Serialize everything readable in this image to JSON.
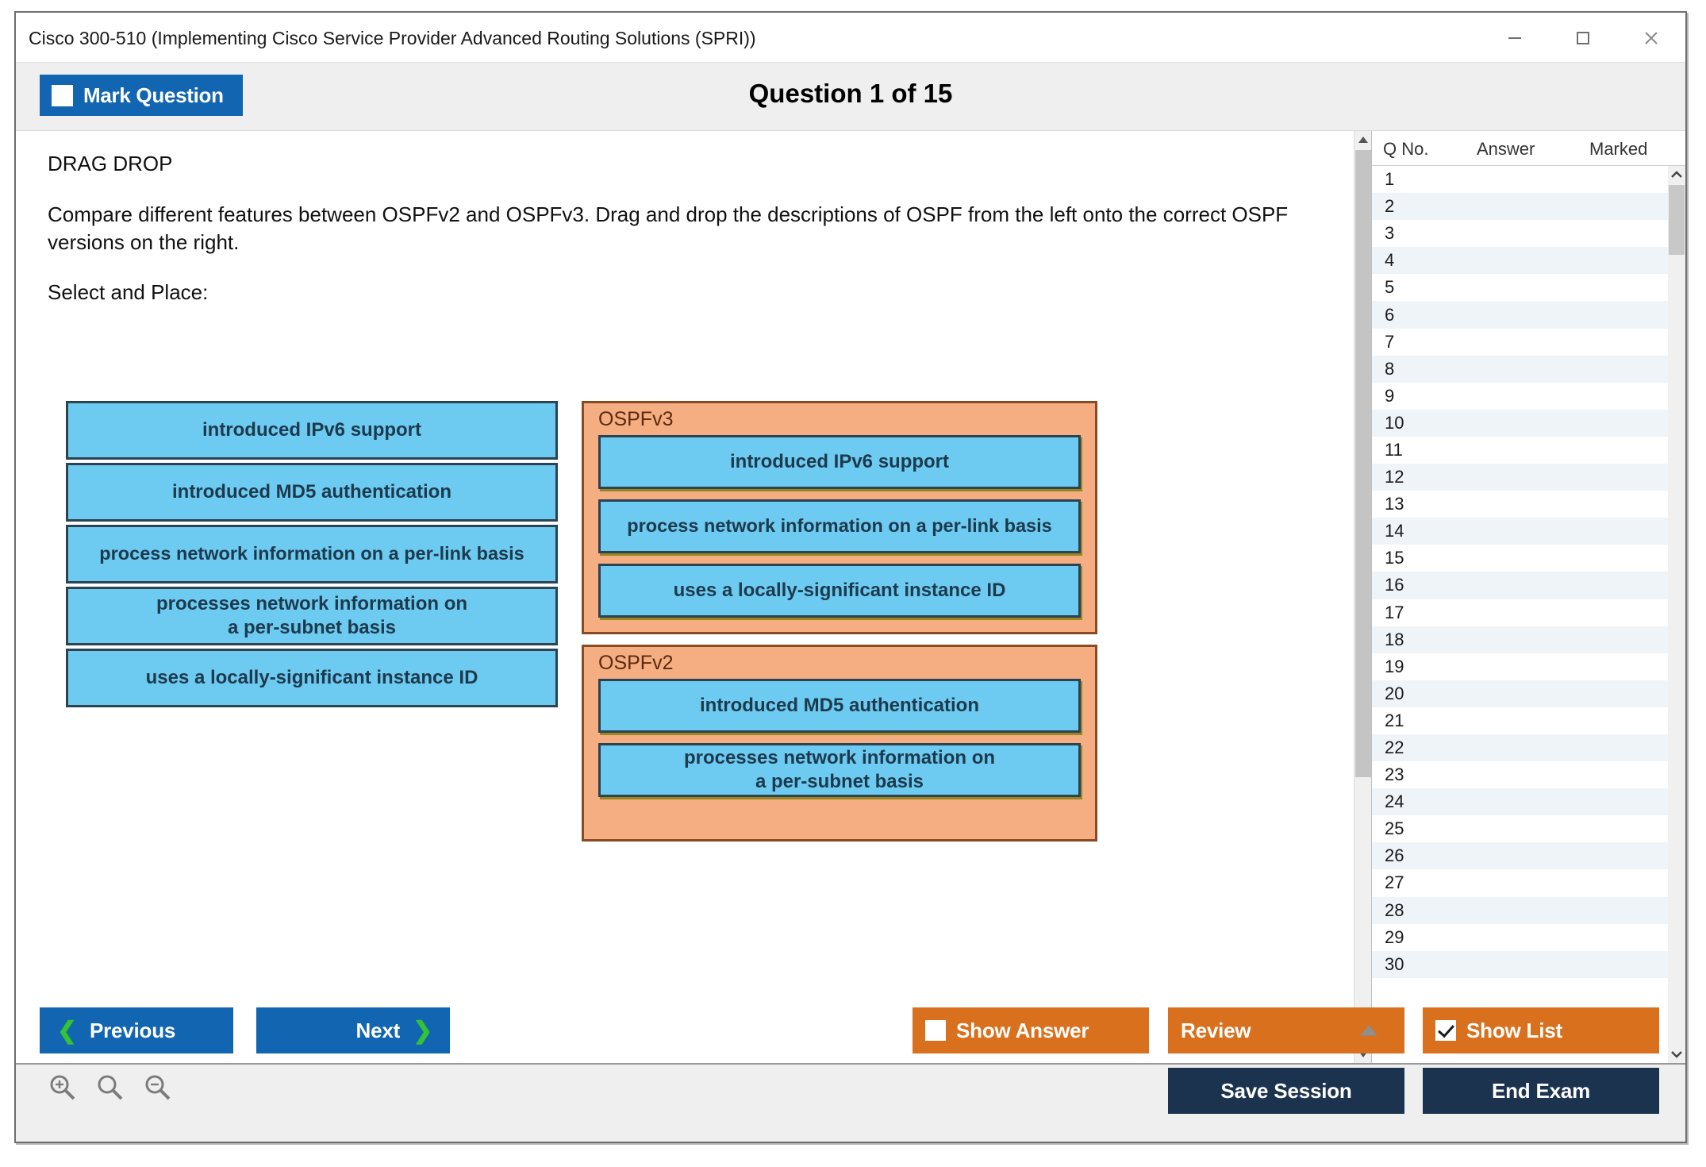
{
  "window": {
    "title": "Cisco 300-510 (Implementing Cisco Service Provider Advanced Routing Solutions (SPRI))",
    "controls": {
      "minimize": "minimize-icon",
      "maximize": "maximize-icon",
      "close": "close-icon"
    }
  },
  "header": {
    "mark_question_label": "Mark Question",
    "mark_question_checked": false,
    "question_counter": "Question 1 of 15"
  },
  "question": {
    "type_tag": "DRAG DROP",
    "body": "Compare different features between OSPFv2 and OSPFv3. Drag and drop the descriptions of OSPF from the left onto the correct OSPF versions on the right.",
    "instruction": "Select and Place:"
  },
  "diagram": {
    "source_items": [
      "introduced IPv6 support",
      "introduced MD5 authentication",
      "process network information on a per-link basis",
      "processes network information on\na per-subnet basis",
      "uses a locally-significant instance ID"
    ],
    "targets": [
      {
        "title": "OSPFv3",
        "items": [
          "introduced IPv6 support",
          "process network information on a per-link basis",
          "uses a locally-significant instance ID"
        ]
      },
      {
        "title": "OSPFv2",
        "items": [
          "introduced MD5 authentication",
          "processes network information on\na per-subnet basis"
        ]
      }
    ],
    "colors": {
      "item_fill": "#6dcaf0",
      "item_border": "#2c4354",
      "target_fill": "#f5ad82",
      "target_border": "#8a4a22"
    }
  },
  "question_list": {
    "columns": [
      "Q No.",
      "Answer",
      "Marked"
    ],
    "rows": [
      {
        "no": "1",
        "answer": "",
        "marked": ""
      },
      {
        "no": "2",
        "answer": "",
        "marked": ""
      },
      {
        "no": "3",
        "answer": "",
        "marked": ""
      },
      {
        "no": "4",
        "answer": "",
        "marked": ""
      },
      {
        "no": "5",
        "answer": "",
        "marked": ""
      },
      {
        "no": "6",
        "answer": "",
        "marked": ""
      },
      {
        "no": "7",
        "answer": "",
        "marked": ""
      },
      {
        "no": "8",
        "answer": "",
        "marked": ""
      },
      {
        "no": "9",
        "answer": "",
        "marked": ""
      },
      {
        "no": "10",
        "answer": "",
        "marked": ""
      },
      {
        "no": "11",
        "answer": "",
        "marked": ""
      },
      {
        "no": "12",
        "answer": "",
        "marked": ""
      },
      {
        "no": "13",
        "answer": "",
        "marked": ""
      },
      {
        "no": "14",
        "answer": "",
        "marked": ""
      },
      {
        "no": "15",
        "answer": "",
        "marked": ""
      },
      {
        "no": "16",
        "answer": "",
        "marked": ""
      },
      {
        "no": "17",
        "answer": "",
        "marked": ""
      },
      {
        "no": "18",
        "answer": "",
        "marked": ""
      },
      {
        "no": "19",
        "answer": "",
        "marked": ""
      },
      {
        "no": "20",
        "answer": "",
        "marked": ""
      },
      {
        "no": "21",
        "answer": "",
        "marked": ""
      },
      {
        "no": "22",
        "answer": "",
        "marked": ""
      },
      {
        "no": "23",
        "answer": "",
        "marked": ""
      },
      {
        "no": "24",
        "answer": "",
        "marked": ""
      },
      {
        "no": "25",
        "answer": "",
        "marked": ""
      },
      {
        "no": "26",
        "answer": "",
        "marked": ""
      },
      {
        "no": "27",
        "answer": "",
        "marked": ""
      },
      {
        "no": "28",
        "answer": "",
        "marked": ""
      },
      {
        "no": "29",
        "answer": "",
        "marked": ""
      },
      {
        "no": "30",
        "answer": "",
        "marked": ""
      }
    ]
  },
  "toolbar": {
    "previous_label": "Previous",
    "next_label": "Next",
    "show_answer_label": "Show Answer",
    "show_answer_checked": false,
    "review_label": "Review",
    "show_list_label": "Show List",
    "show_list_checked": true,
    "save_session_label": "Save Session",
    "end_exam_label": "End Exam",
    "zoom_icons": [
      "zoom-in-icon",
      "zoom-reset-icon",
      "zoom-out-icon"
    ],
    "colors": {
      "primary_blue": "#1265b0",
      "accent_orange": "#d9701d",
      "dark_navy": "#1c3350",
      "chevron_green": "#33c433"
    }
  }
}
